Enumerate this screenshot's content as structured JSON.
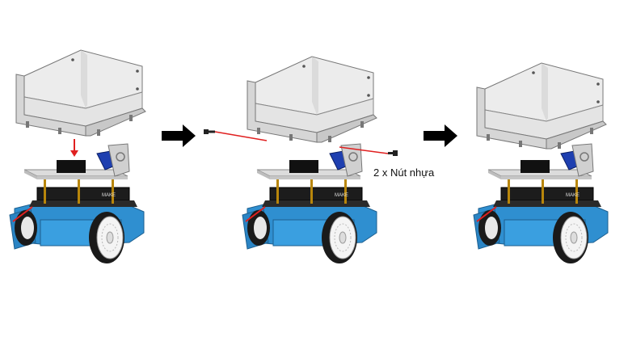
{
  "diagram": {
    "steps": [
      {
        "id": "step-1"
      },
      {
        "id": "step-2"
      },
      {
        "id": "step-3"
      }
    ],
    "callout_text": "2 x Nút nhựa",
    "colors": {
      "tray": "#dcdcdc",
      "tray_shadow": "#b8b8b8",
      "robot_body": "#2f8fd0",
      "robot_dark": "#1c1c1c",
      "wheel": "#f4f4f4",
      "tire": "#1a1a1a",
      "servo": "#1e3fb0",
      "standoff": "#b8860b",
      "guide_line": "#e02020",
      "arrow": "#000000"
    }
  }
}
